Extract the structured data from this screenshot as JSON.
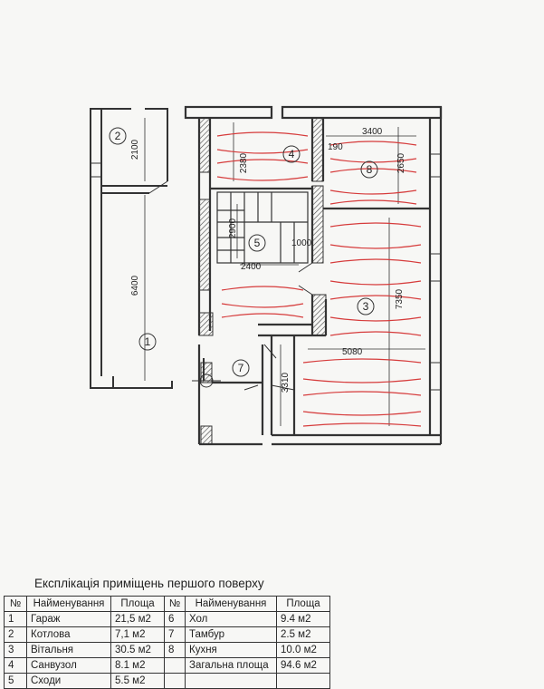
{
  "plan": {
    "rooms": [
      {
        "id": "r1",
        "number": "1"
      },
      {
        "id": "r2",
        "number": "2"
      },
      {
        "id": "r3",
        "number": "3"
      },
      {
        "id": "r4",
        "number": "4"
      },
      {
        "id": "r5",
        "number": "5"
      },
      {
        "id": "r7",
        "number": "7"
      },
      {
        "id": "r8",
        "number": "8"
      }
    ],
    "dimensions": [
      "2100",
      "6400",
      "2380",
      "190",
      "3400",
      "2650",
      "2900",
      "1000",
      "2400",
      "7350",
      "5080",
      "3310"
    ],
    "heating_color": "#d63b3b"
  },
  "explication": {
    "title": "Експлікація приміщень першого поверху",
    "headers": [
      "№",
      "Найменування",
      "Площа",
      "№",
      "Найменування",
      "Площа"
    ],
    "rows": [
      [
        "1",
        "Гараж",
        "21,5 м2",
        "6",
        "Хол",
        "9.4 м2"
      ],
      [
        "2",
        "Котлова",
        "7,1 м2",
        "7",
        "Тамбур",
        "2.5 м2"
      ],
      [
        "3",
        "Вітальня",
        "30.5 м2",
        "8",
        "Кухня",
        "10.0 м2"
      ],
      [
        "4",
        "Санвузол",
        "8.1 м2",
        "",
        "Загальна площа",
        "94.6 м2"
      ],
      [
        "5",
        "Сходи",
        "5.5 м2",
        "",
        "",
        ""
      ]
    ]
  }
}
